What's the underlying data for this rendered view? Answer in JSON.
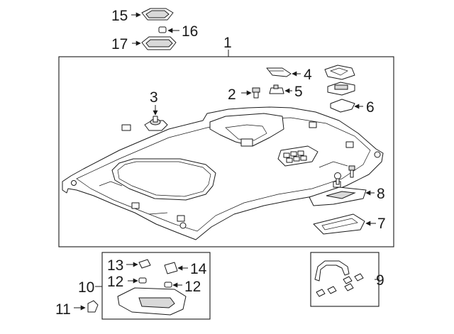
{
  "diagram": {
    "callouts": {
      "c1": "1",
      "c2": "2",
      "c3": "3",
      "c4": "4",
      "c5": "5",
      "c6": "6",
      "c7": "7",
      "c8": "8",
      "c9": "9",
      "c10": "10",
      "c11": "11",
      "c12a": "12",
      "c12b": "12",
      "c13": "13",
      "c14": "14",
      "c15": "15",
      "c16": "16",
      "c17": "17"
    },
    "colors": {
      "line": "#1a1a1a",
      "shade": "#d9d9d9",
      "background": "#ffffff"
    }
  }
}
